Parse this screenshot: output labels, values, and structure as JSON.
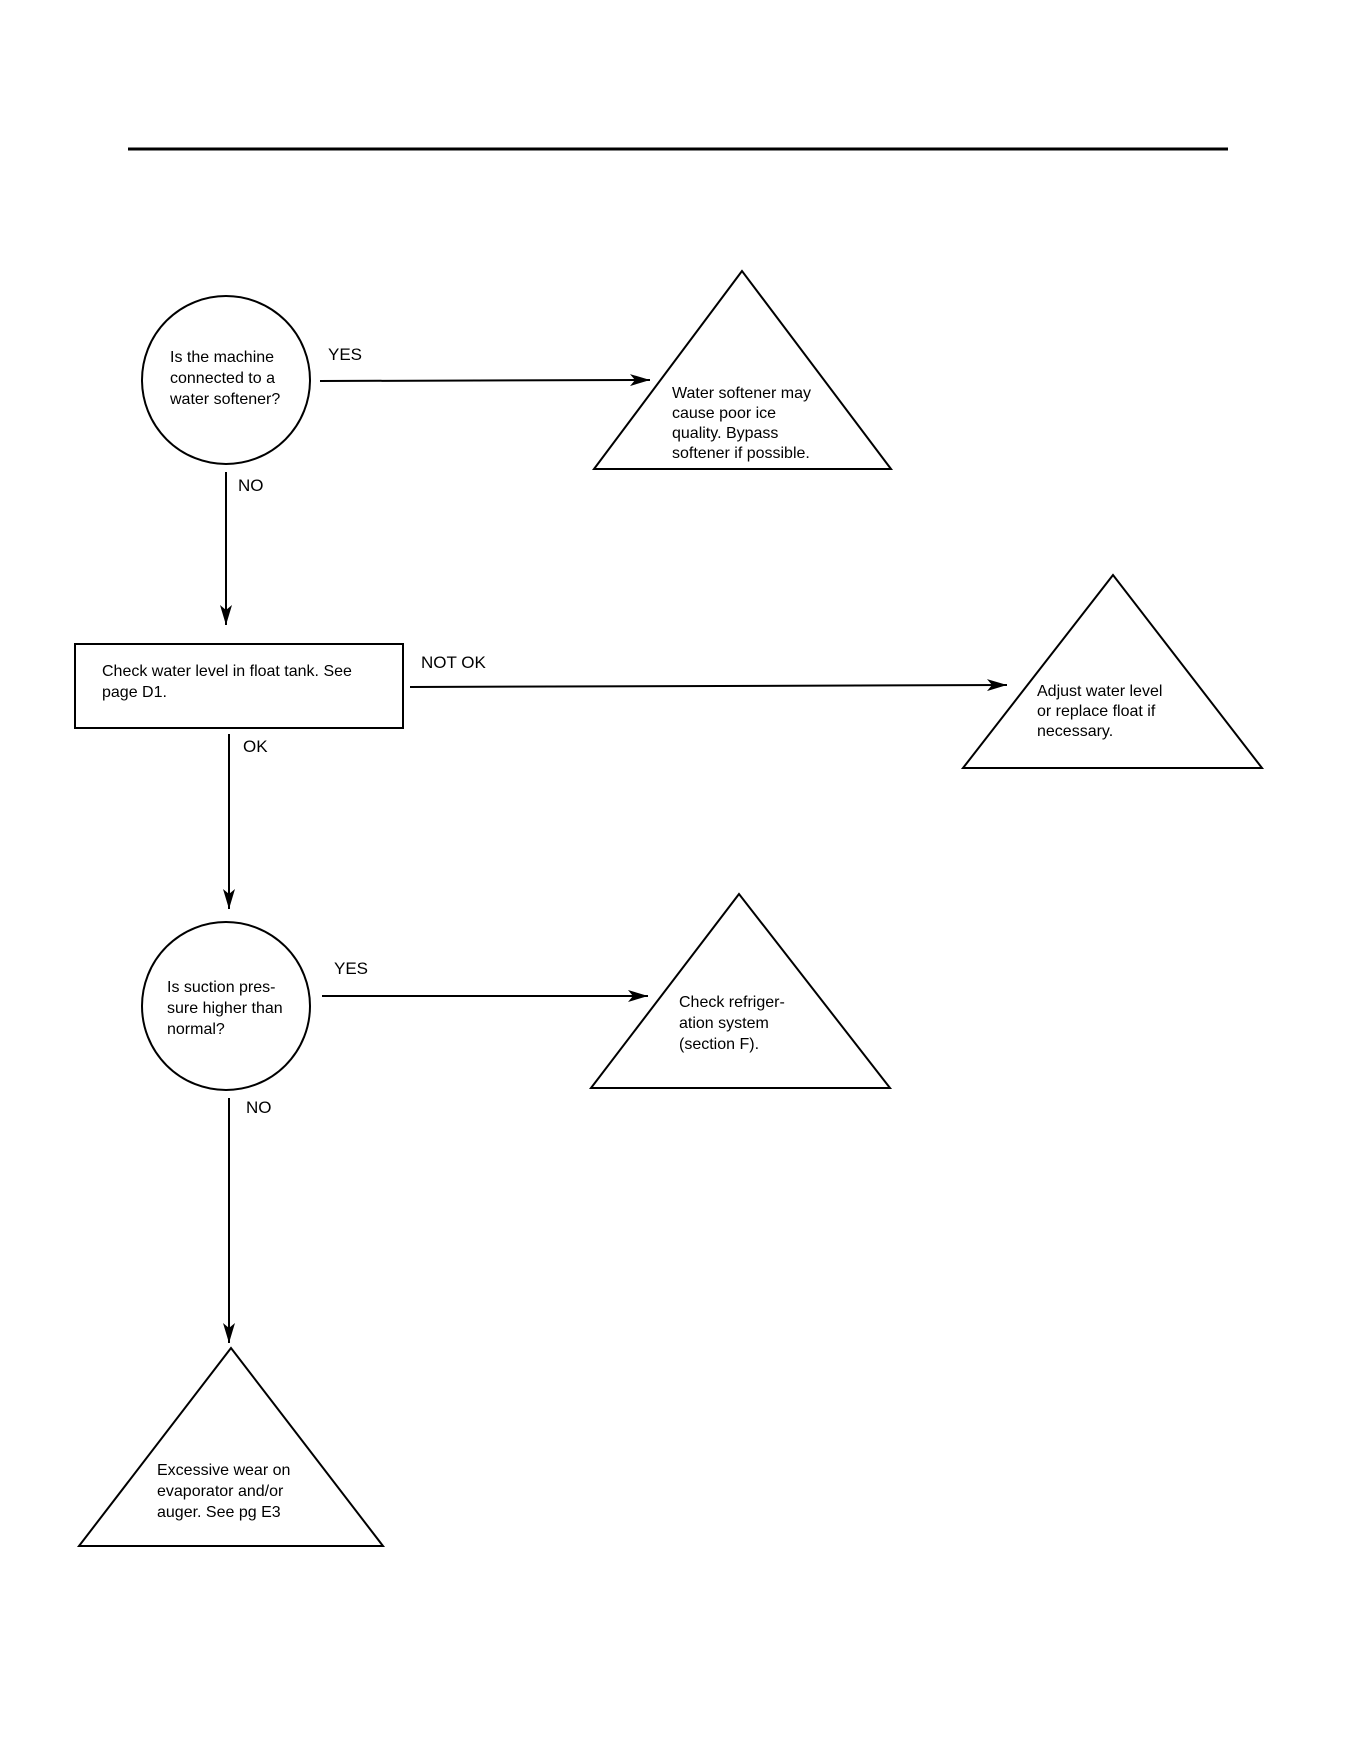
{
  "nodes": {
    "q1": {
      "lines": [
        "Is the machine",
        "connected to a",
        "water softener?"
      ]
    },
    "r1": {
      "lines": [
        "Water softener may",
        "cause poor ice",
        "quality.  Bypass",
        "softener if possible."
      ]
    },
    "s1": {
      "lines": [
        "Check water level in float tank. See",
        "page D1."
      ]
    },
    "r2": {
      "lines": [
        "Adjust water level",
        "or replace float  if",
        "necessary."
      ]
    },
    "q2": {
      "lines": [
        "Is suction pres-",
        "sure higher than",
        "normal?"
      ]
    },
    "r3": {
      "lines": [
        "Check refriger-",
        "ation system",
        "(section F)."
      ]
    },
    "r4": {
      "lines": [
        "Excessive wear on",
        "evaporator and/or",
        "auger. See pg E3"
      ]
    }
  },
  "edges": {
    "q1_yes": {
      "label": "YES"
    },
    "q1_no": {
      "label": "NO"
    },
    "s1_not_ok": {
      "label": "NOT OK"
    },
    "s1_ok": {
      "label": "OK"
    },
    "q2_yes": {
      "label": "YES"
    },
    "q2_no": {
      "label": "NO"
    }
  }
}
